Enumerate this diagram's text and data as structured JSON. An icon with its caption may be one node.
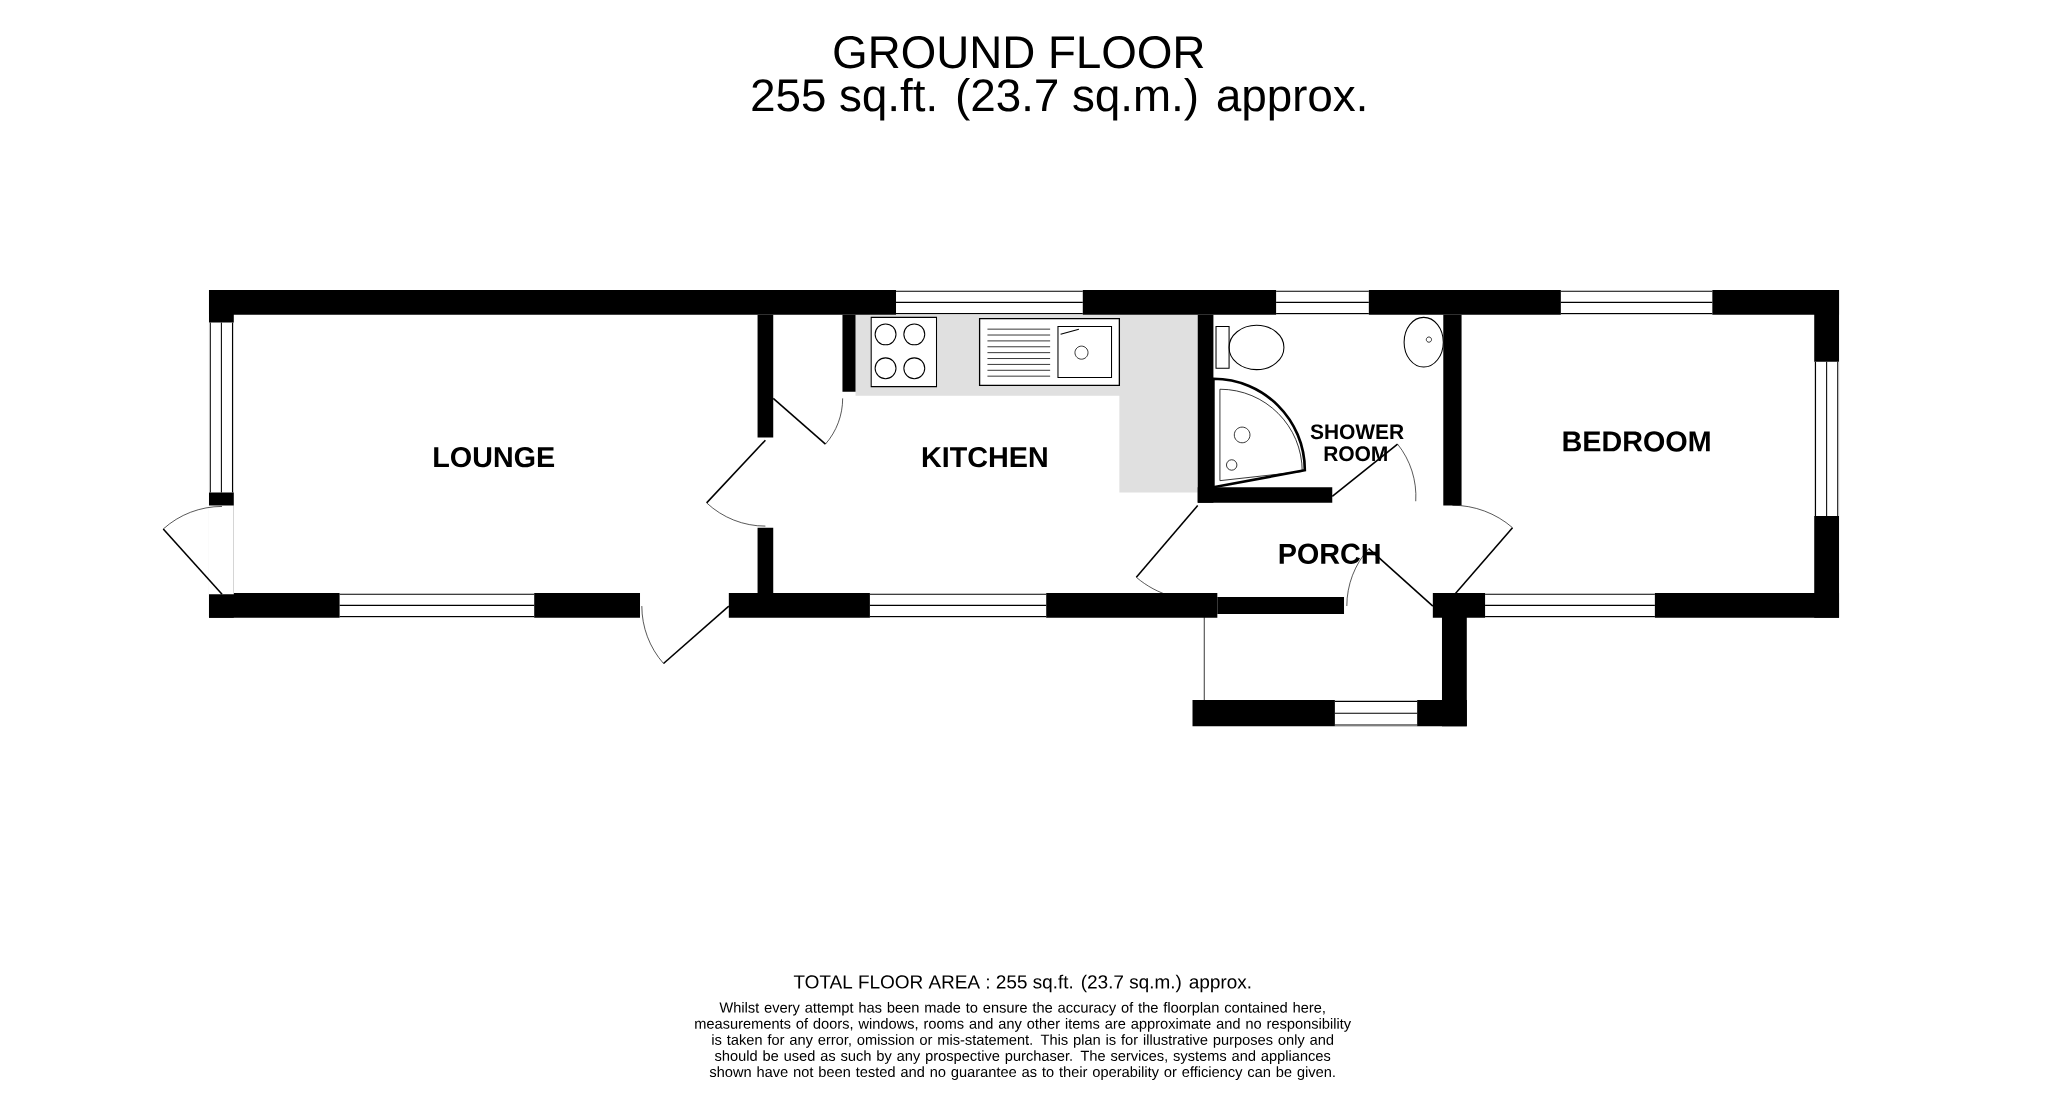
{
  "diagram": {
    "title": "GROUND FLOOR",
    "nodes": [
      {
        "text": [
          "LOUNGE"
        ]
      },
      {
        "text": [
          "KITCHEN"
        ]
      },
      {
        "text": [
          "SHOWER ROOM"
        ]
      },
      {
        "text": [
          "BEDROOM"
        ]
      },
      {
        "text": [
          "PORCH"
        ]
      }
    ],
    "labels": [
      "255 sq.ft. (23.7 sq.m.) approx.",
      "TOTAL FLOOR AREA : 255 sq.ft. (23.7 sq.m.) approx.",
      "Whilst every attempt has been made to ensure the accuracy of the floorplan contained here, measurements of doors, windows, rooms and any other items are approximate and no responsibility is taken for any error, omission or mis-statement. This plan is for illustrative purposes only and should be used as such by any prospective purchaser. The services, systems and appliances shown have not been tested and no guarantee as to their operability or efficiency can be given."
    ]
  }
}
